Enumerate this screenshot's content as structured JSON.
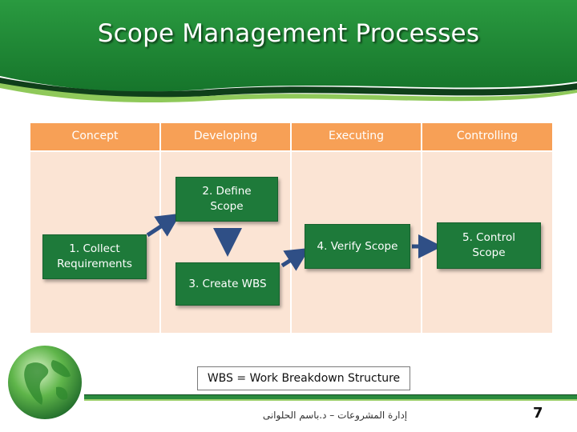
{
  "title": "Scope Management Processes",
  "columns": [
    "Concept",
    "Developing",
    "Executing",
    "Controlling"
  ],
  "processes": {
    "collect": [
      "1. Collect",
      "Requirements"
    ],
    "define": [
      "2. Define",
      "Scope"
    ],
    "wbs": "3. Create WBS",
    "verify": "4. Verify Scope",
    "control": [
      "5. Control",
      "Scope"
    ]
  },
  "legend": "WBS = Work Breakdown Structure",
  "footer": "إدارة المشروعات – د.باسم الحلوانى",
  "page_number": "7",
  "colors": {
    "header_green": "#1f8a36",
    "column_header": "#f7a056",
    "column_body": "#fbe4d4",
    "process_box": "#1e7a3a",
    "arrow": "#2f4f86"
  }
}
